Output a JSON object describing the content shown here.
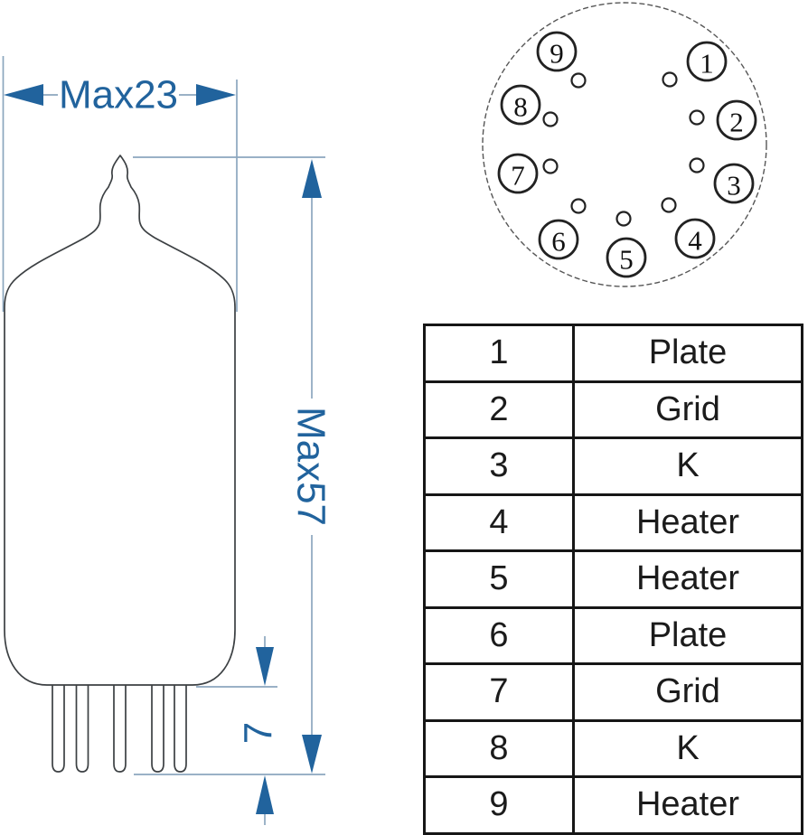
{
  "dimensions": {
    "max_width": "Max23",
    "max_height": "Max57",
    "pin_length": "7"
  },
  "socket": {
    "pins": [
      {
        "number": "1"
      },
      {
        "number": "2"
      },
      {
        "number": "3"
      },
      {
        "number": "4"
      },
      {
        "number": "5"
      },
      {
        "number": "6"
      },
      {
        "number": "7"
      },
      {
        "number": "8"
      },
      {
        "number": "9"
      }
    ]
  },
  "pin_table": {
    "rows": [
      {
        "pin": "1",
        "function": "Plate"
      },
      {
        "pin": "2",
        "function": "Grid"
      },
      {
        "pin": "3",
        "function": "K"
      },
      {
        "pin": "4",
        "function": "Heater"
      },
      {
        "pin": "5",
        "function": "Heater"
      },
      {
        "pin": "6",
        "function": "Plate"
      },
      {
        "pin": "7",
        "function": "Grid"
      },
      {
        "pin": "8",
        "function": "K"
      },
      {
        "pin": "9",
        "function": "Heater"
      }
    ]
  },
  "colors": {
    "dimension_blue": "#21639d",
    "dimension_line_gray": "#8ca6be",
    "outline_gray": "#3c4043",
    "table_border": "#161616"
  }
}
